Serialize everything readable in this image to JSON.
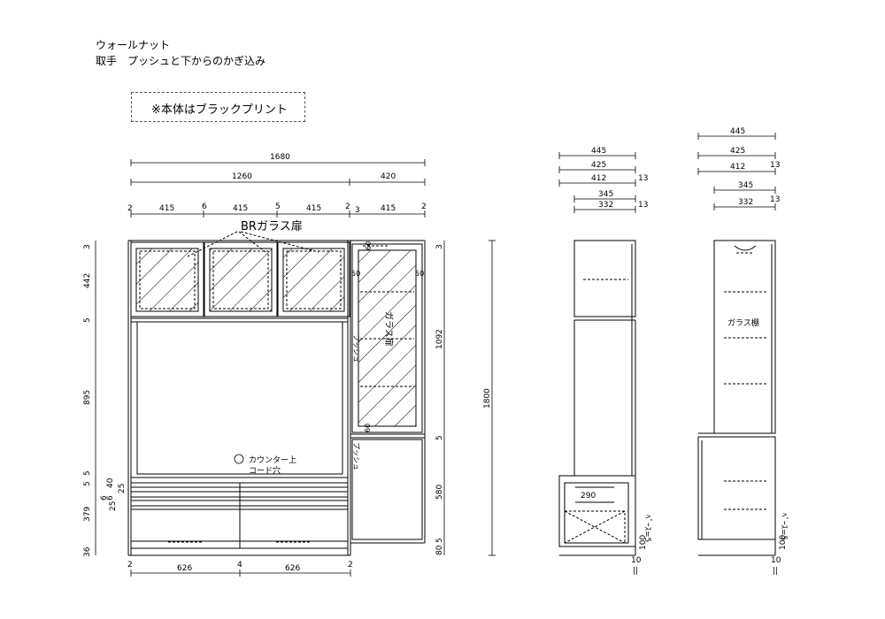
{
  "header": {
    "material": "ウォールナット",
    "handle": "取手　プッシュと下からのかぎ込み",
    "note": "※本体はブラックプリント"
  },
  "front_view": {
    "overall_width": "1680",
    "main_width": "1260",
    "side_width": "420",
    "top_segments": [
      "2",
      "415",
      "6",
      "415",
      "5",
      "415",
      "2",
      "3",
      "415",
      "2"
    ],
    "bottom_segments": [
      "2",
      "626",
      "4",
      "626",
      "2"
    ],
    "glass_door_label": "BRガラス扉",
    "side_glass_label": "ガラス扉",
    "counter_label_1": "カウンター上",
    "counter_label_2": "コード穴",
    "push_label_1": "プッシュ",
    "push_label_2": "プッシュ",
    "left_dims": [
      "3",
      "442",
      "5",
      "895",
      "5",
      "5",
      "379",
      "36"
    ],
    "left_small_dims": [
      "40",
      "6",
      "6",
      "25",
      "25"
    ],
    "side_dims_50_left": "50",
    "side_dims_50_right": "50",
    "side_dim_60_top": "60",
    "side_dim_60_bottom": "60",
    "right_dims": [
      "3",
      "1092",
      "5",
      "580",
      "5",
      "80"
    ],
    "overall_height": "1800"
  },
  "side_view_1": {
    "dims": [
      "445",
      "425",
      "412",
      "345",
      "332"
    ],
    "dim_13a": "13",
    "dim_13b": "13",
    "drawer_width": "290",
    "bottom_10": "10",
    "bottom_100": "100",
    "bottom_label": "ﾍﾞｰｽ=5",
    "mark": "||"
  },
  "side_view_2": {
    "dims": [
      "445",
      "425",
      "412",
      "345",
      "332"
    ],
    "dim_13a": "13",
    "dim_13b": "13",
    "shelf_label": "ガラス棚",
    "bottom_10": "10",
    "bottom_100": "100",
    "bottom_label": "ﾍﾞｰｽ=5",
    "mark": "||"
  }
}
